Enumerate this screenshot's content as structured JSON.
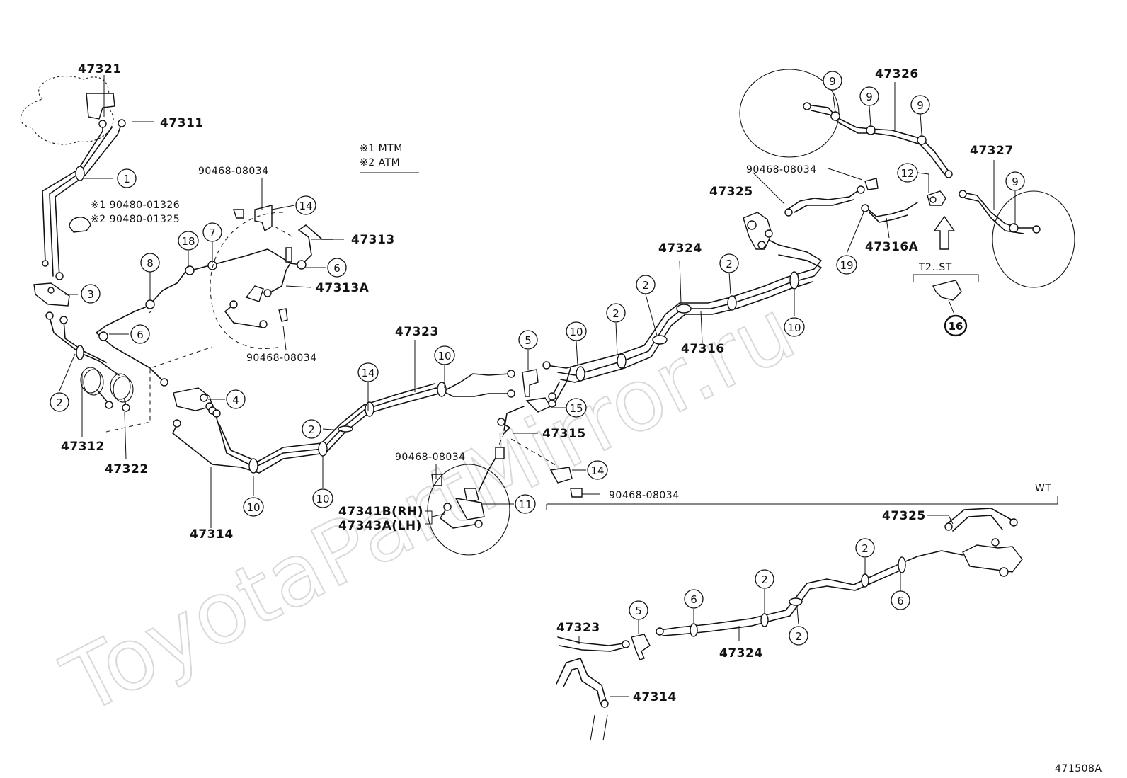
{
  "watermark": "ToyotaPartMirror.ru",
  "drawing_number": "471508A",
  "legend": {
    "note1": "※1  MTM",
    "note2": "※2  ATM"
  },
  "variant_label": "WT",
  "sub_label": "T2..ST",
  "callouts": {
    "c1": "1",
    "c2": "2",
    "c3": "3",
    "c4": "4",
    "c5": "5",
    "c6": "6",
    "c7": "7",
    "c8": "8",
    "c9": "9",
    "c10": "10",
    "c11": "11",
    "c12": "12",
    "c14": "14",
    "c15": "15",
    "c16": "16",
    "c18": "18",
    "c19": "19"
  },
  "part_numbers": {
    "p47321": "47321",
    "p47311": "47311",
    "p90480_01326": "※1 90480-01326",
    "p90480_01325": "※2 90480-01325",
    "p90468": "90468-08034",
    "p47313": "47313",
    "p47313A": "47313A",
    "p47312": "47312",
    "p47322": "47322",
    "p47314": "47314",
    "p47323": "47323",
    "p47315": "47315",
    "p47341B": "47341B(RH)",
    "p47343A": "47343A(LH)",
    "p47324": "47324",
    "p47316": "47316",
    "p47325": "47325",
    "p47326": "47326",
    "p47327": "47327",
    "p47316A": "47316A"
  }
}
